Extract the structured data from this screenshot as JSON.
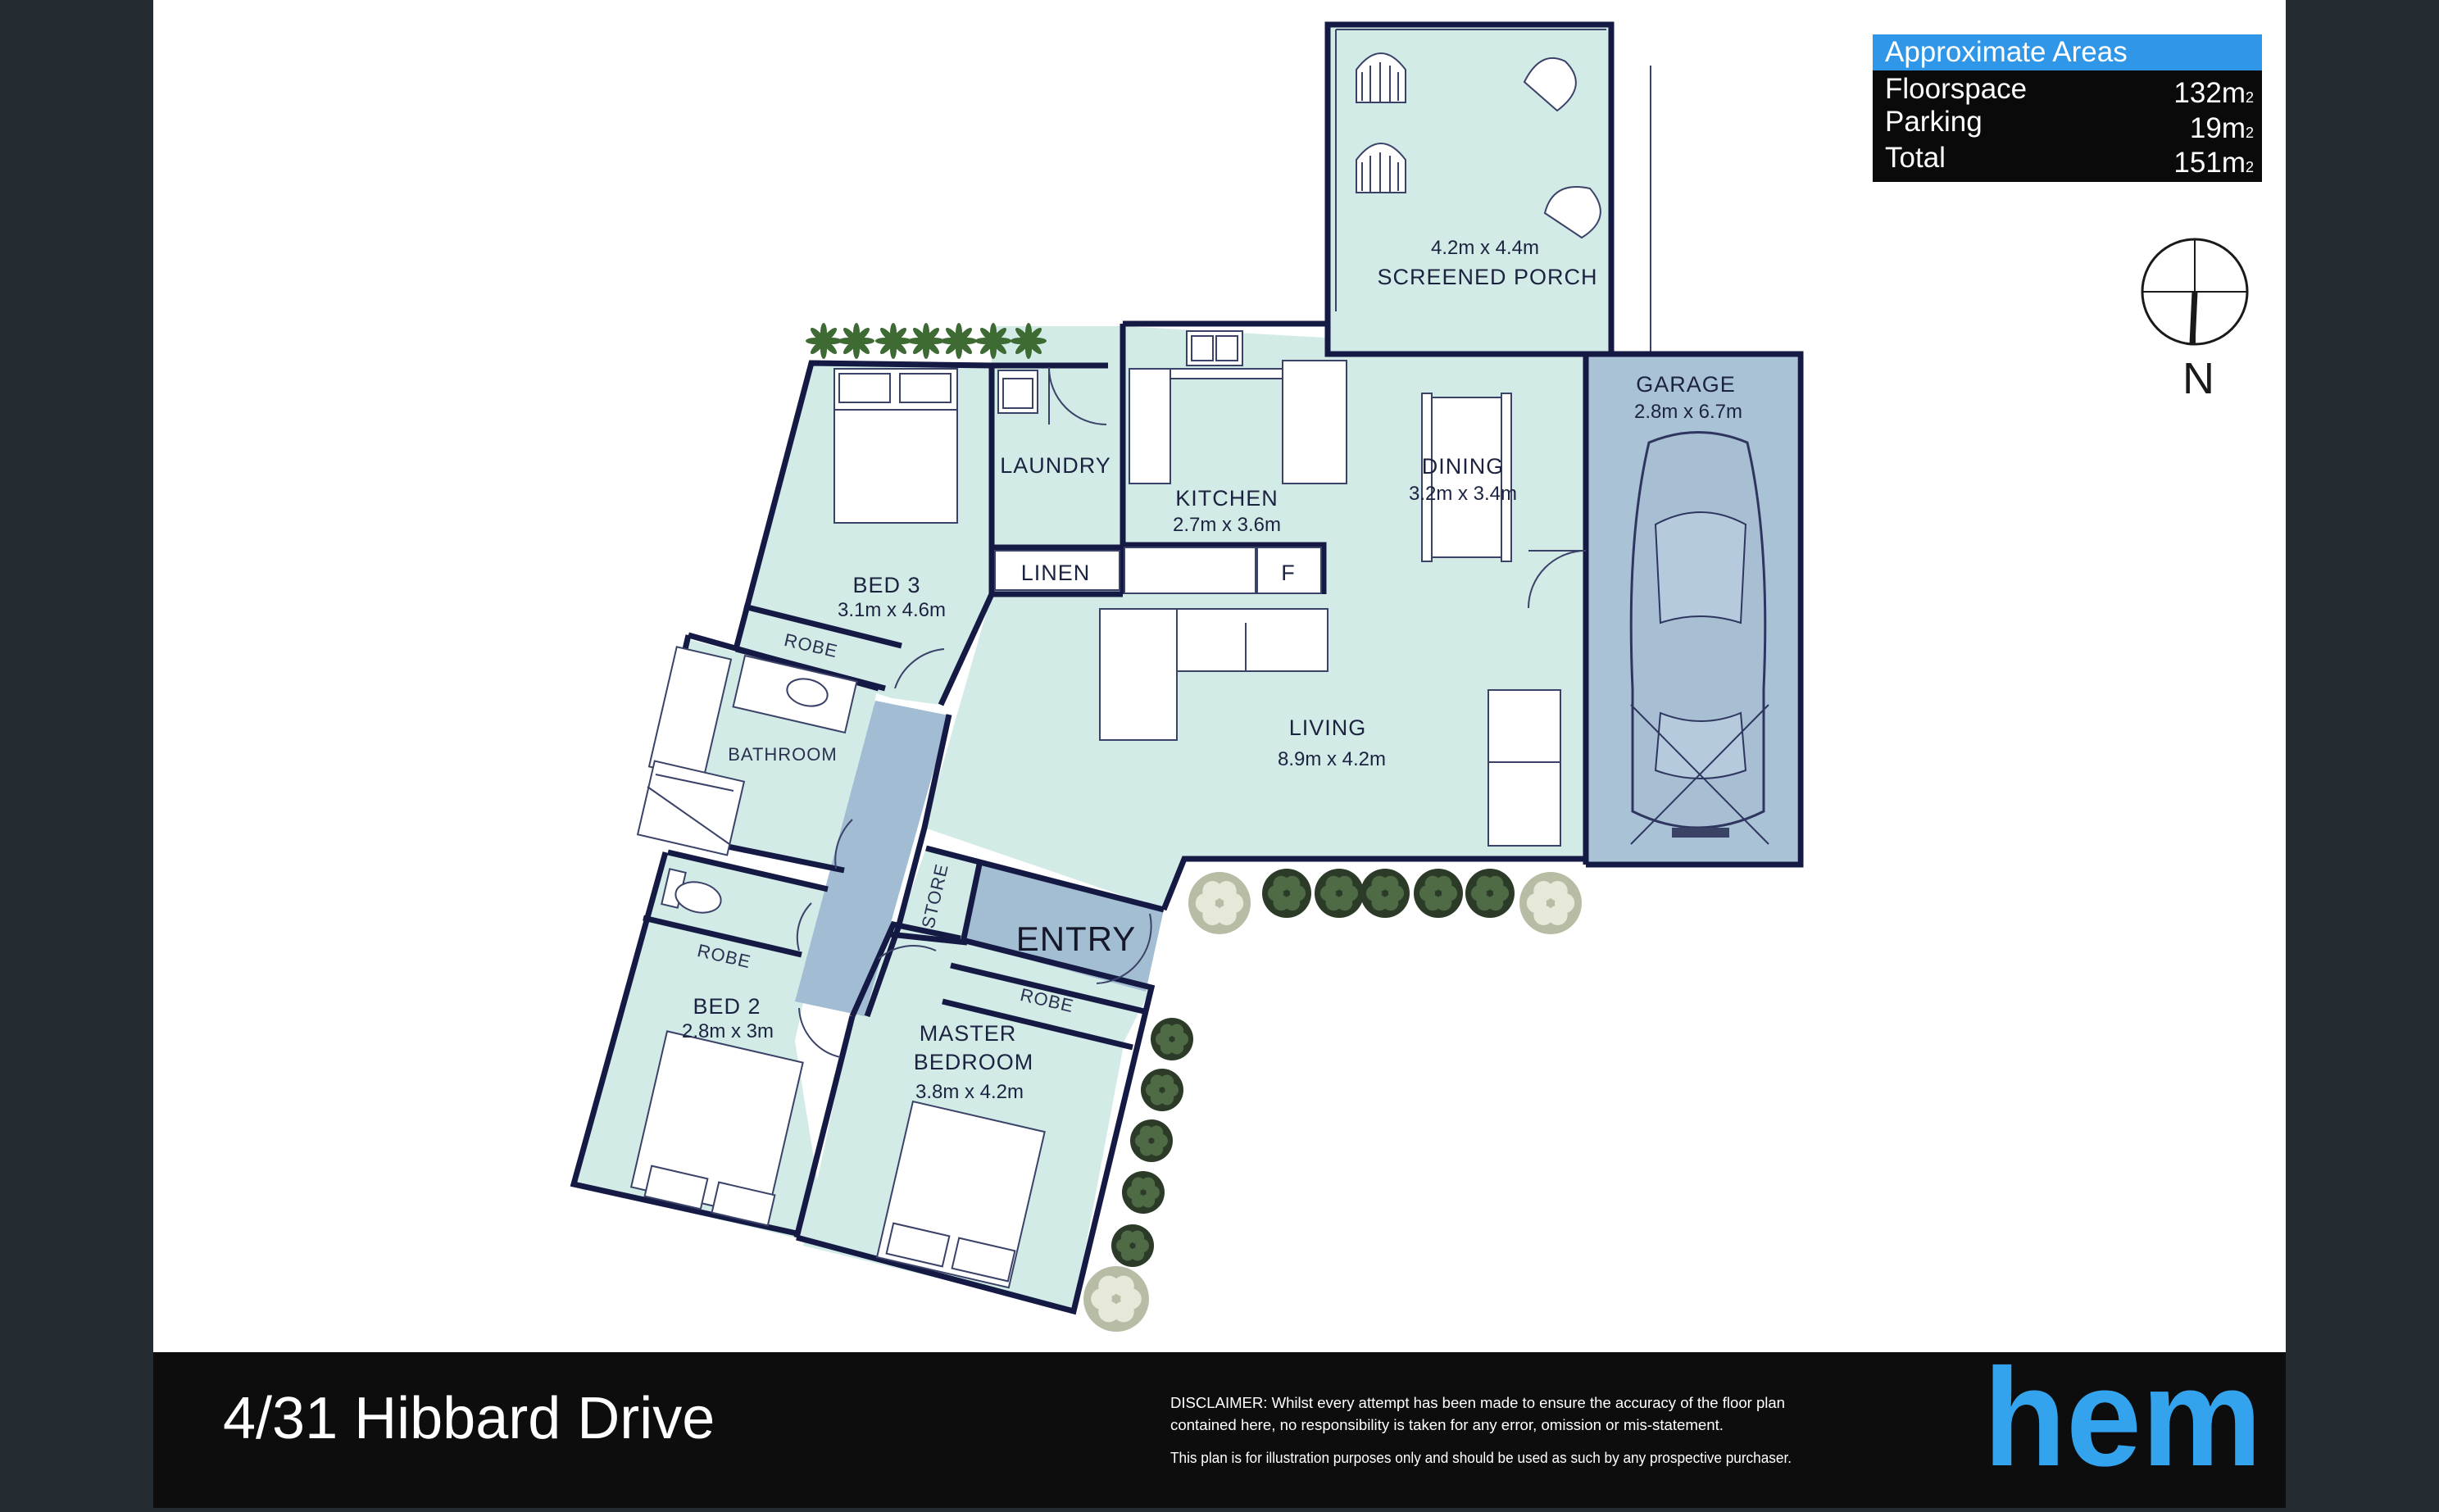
{
  "areas": {
    "title": "Approximate Areas",
    "rows": [
      {
        "label": "Floorspace",
        "value": "132m",
        "unit": "2"
      },
      {
        "label": "Parking",
        "value": "19m",
        "unit": "2"
      },
      {
        "label": "Total",
        "value": "151m",
        "unit": "2"
      }
    ]
  },
  "compass": {
    "label": "N"
  },
  "rooms": {
    "porch": {
      "name": "SCREENED PORCH",
      "dims": "4.2m x 4.4m"
    },
    "garage": {
      "name": "GARAGE",
      "dims": "2.8m x 6.7m"
    },
    "dining": {
      "name": "DINING",
      "dims": "3.2m x 3.4m"
    },
    "kitchen": {
      "name": "KITCHEN",
      "dims": "2.7m x 3.6m"
    },
    "laundry": {
      "name": "LAUNDRY"
    },
    "linen": {
      "name": "LINEN"
    },
    "fridge": {
      "name": "F"
    },
    "bed3": {
      "name": "BED 3",
      "dims": "3.1m x 4.6m"
    },
    "robe_bed3": {
      "name": "ROBE"
    },
    "bathroom": {
      "name": "BATHROOM"
    },
    "living": {
      "name": "LIVING",
      "dims": "8.9m x 4.2m"
    },
    "store": {
      "name": "STORE"
    },
    "entry": {
      "name": "ENTRY"
    },
    "robe_bed2": {
      "name": "ROBE"
    },
    "robe_master": {
      "name": "ROBE"
    },
    "bed2": {
      "name": "BED 2",
      "dims": "2.8m x 3m"
    },
    "master": {
      "name": "MASTER",
      "name2": "BEDROOM",
      "dims": "3.8m x 4.2m"
    }
  },
  "footer": {
    "address": "4/31 Hibbard Drive",
    "disclaimer_1": "DISCLAIMER: Whilst every attempt has been made to ensure the accuracy of the floor plan",
    "disclaimer_2": "contained here, no responsibility is taken for any error, omission or mis-statement.",
    "disclaimer_3": "This plan is for illustration purposes only and should be used as such by any prospective purchaser.",
    "brand": "hem"
  },
  "colors": {
    "background": "#242b31",
    "sheet": "#ffffff",
    "room_fill": "#d3ebe7",
    "hallway": "#a1bcd3",
    "garage": "#a9c2d6",
    "entry": "#a3bdd2",
    "wall": "#141a44",
    "footer": "#0d0d0e",
    "areas_header": "#2f96e8",
    "areas_body": "#0a0a0a",
    "brand": "#34a3ee"
  }
}
